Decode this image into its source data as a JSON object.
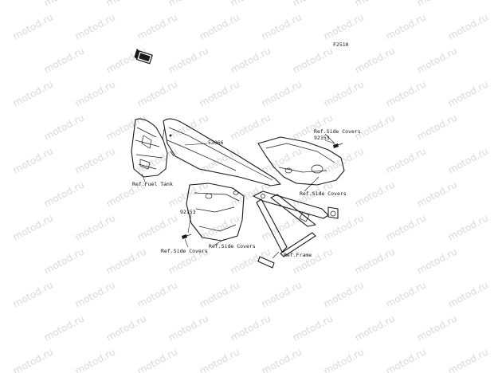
{
  "diagram": {
    "code": "F2510",
    "watermark": "motod.ru",
    "callouts": {
      "seat_part": "53066",
      "bolt_upper": "92153",
      "bolt_lower": "92153",
      "ref_side_covers_upper": "Ref.Side Covers",
      "ref_side_covers_right": "Ref.Side Covers",
      "ref_side_covers_middle": "Ref.Side Covers",
      "ref_side_covers_left": "Ref.Side Covers",
      "ref_fuel_tank": "Ref.Fuel Tank",
      "ref_frame": "Ref.Frame"
    }
  }
}
